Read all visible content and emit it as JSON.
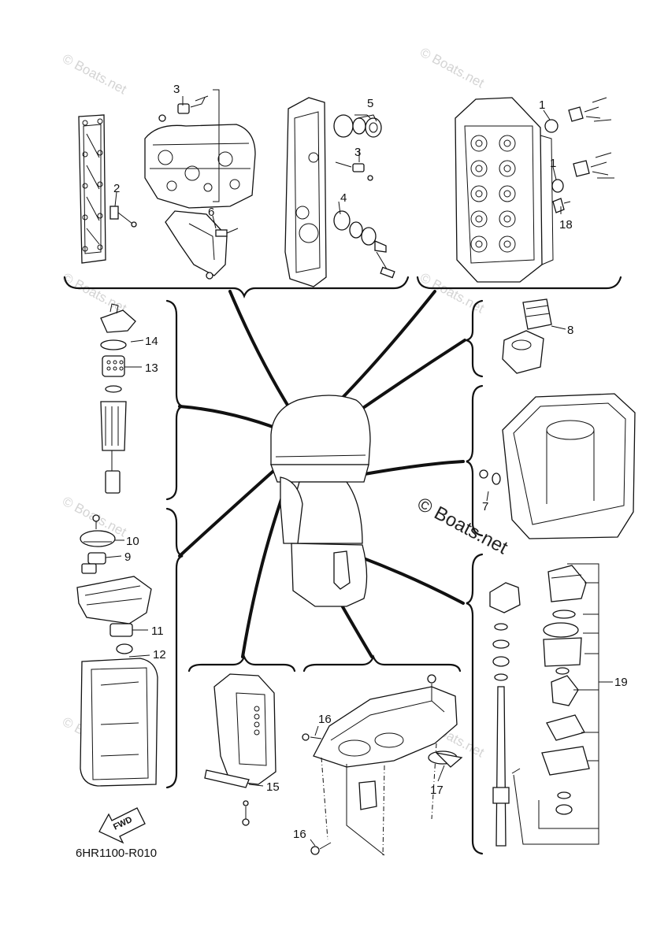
{
  "watermarks": {
    "small": "© Boats.net",
    "large": "© Boats.net"
  },
  "callouts": {
    "c1a": "1",
    "c1b": "1",
    "c2": "2",
    "c3a": "3",
    "c3b": "3",
    "c4": "4",
    "c5": "5",
    "c6": "6",
    "c7": "7",
    "c8": "8",
    "c9": "9",
    "c10": "10",
    "c11": "11",
    "c12": "12",
    "c13": "13",
    "c14": "14",
    "c15": "15",
    "c16a": "16",
    "c16b": "16",
    "c17": "17",
    "c18": "18",
    "c19": "19"
  },
  "fwd_label": "FWD",
  "diagram_code": "6HR1100-R010",
  "icons": {
    "fwd_arrow": "fwd-arrow-icon"
  }
}
